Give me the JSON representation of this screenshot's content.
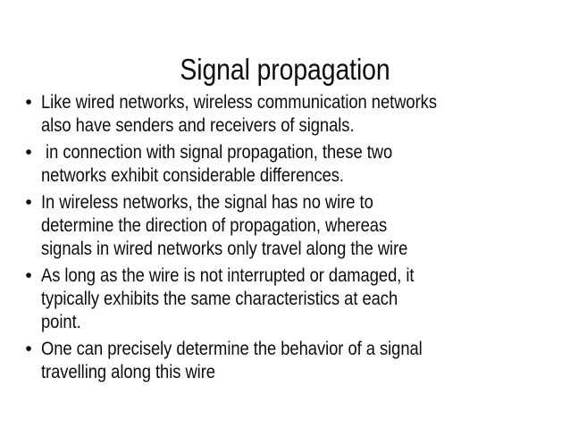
{
  "slide": {
    "background_color": "#ffffff",
    "text_color": "#0d0d0d",
    "title": "Signal propagation",
    "bullet_marker": "•",
    "bullets": [
      {
        "text": "Like wired networks, wireless communication networks also have senders and receivers of signals.",
        "lines": [
          "Like wired networks, wireless communication networks",
          "also have senders and receivers of signals."
        ]
      },
      {
        "text": " in connection with signal propagation, these two networks exhibit considerable differences.",
        "lines": [
          " in connection with signal propagation, these two",
          "networks exhibit considerable differences."
        ]
      },
      {
        "text": "In wireless networks, the signal has no wire to determine the direction of propagation, whereas signals in wired networks only travel along the wire",
        "lines": [
          "In wireless networks, the signal has no wire to",
          "determine the direction of propagation, whereas",
          "signals in wired networks only travel along the wire"
        ]
      },
      {
        "text": "As long as the wire is not interrupted or damaged, it typically exhibits the same characteristics at each point.",
        "lines": [
          "As long as the wire is not interrupted or damaged, it",
          "typically exhibits the same characteristics at each",
          "point."
        ]
      },
      {
        "text": "One can precisely determine the behavior of a signal travelling along this wire",
        "lines": [
          "One can precisely determine the behavior of a signal",
          "travelling along this wire"
        ]
      }
    ]
  }
}
